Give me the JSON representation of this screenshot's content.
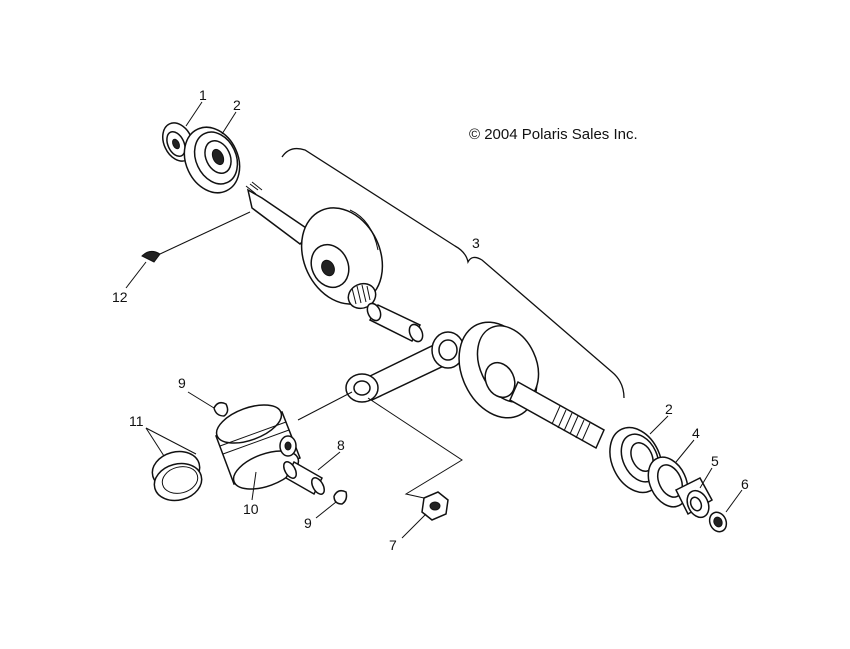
{
  "copyright": "© 2004 Polaris Sales Inc.",
  "callouts": [
    "1",
    "2",
    "3",
    "12",
    "9",
    "11",
    "10",
    "8",
    "9",
    "7",
    "2",
    "4",
    "5",
    "6"
  ]
}
